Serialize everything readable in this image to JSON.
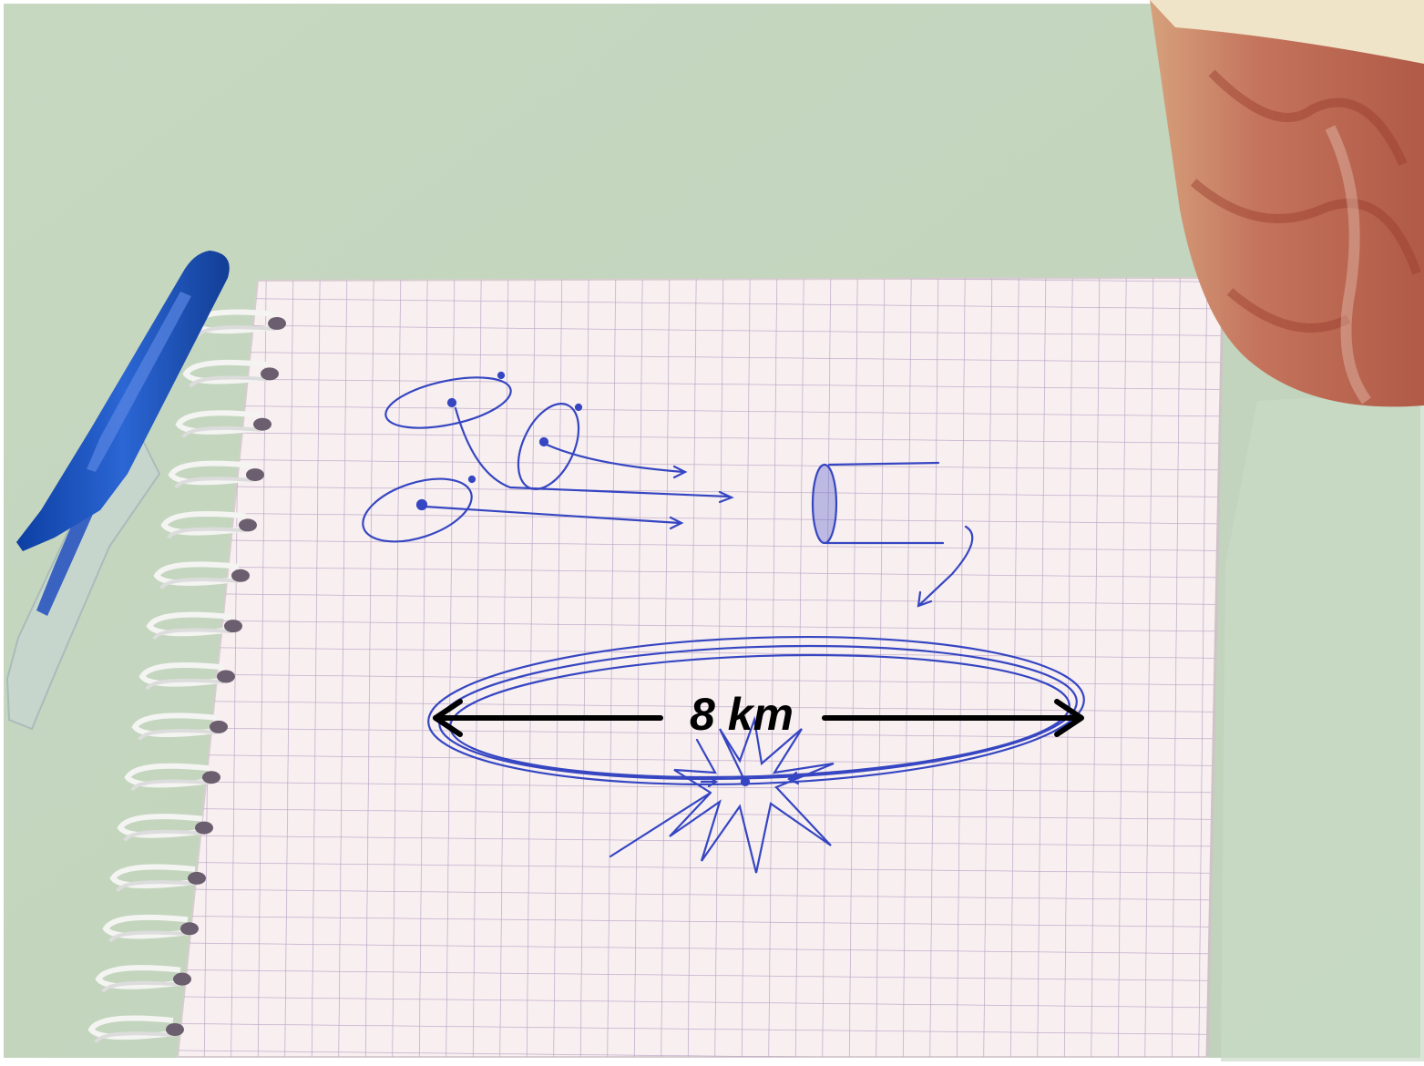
{
  "annotation": {
    "label": "8 km"
  },
  "scene_objects": [
    "notebook-graph-paper",
    "spiral-binding",
    "blue-ballpoint-pen",
    "patterned-mug",
    "pen-sketch-ellipses",
    "pen-sketch-large-ring",
    "pen-sketch-starburst"
  ],
  "colors": {
    "background": "#c9d9c2",
    "paper": "#f7eff0",
    "grid": "#b9a2c4",
    "ink": "#3040b8",
    "pen": "#1a49b0",
    "mug": "#b86a52",
    "annotation": "#000000"
  }
}
